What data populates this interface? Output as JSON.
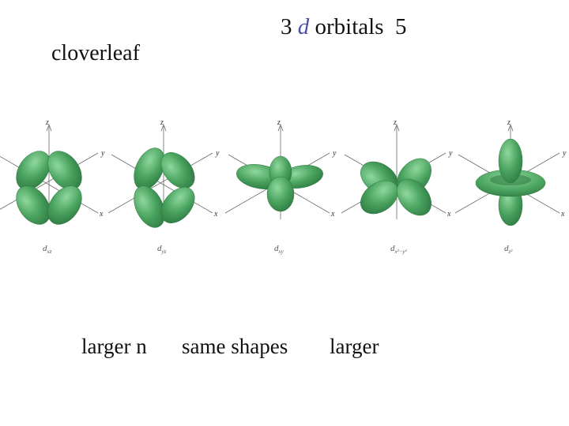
{
  "title": {
    "number": "3",
    "letter": "d",
    "word": "orbitals",
    "count": "5"
  },
  "side_label": "cloverleaf",
  "bottom": {
    "left": "larger n",
    "middle": "same shapes",
    "right": "larger"
  },
  "axes": {
    "z": "z",
    "y": "y",
    "x": "x"
  },
  "orbitals": [
    {
      "name": "d",
      "sub": "xz"
    },
    {
      "name": "d",
      "sub": "yz"
    },
    {
      "name": "d",
      "sub": "xy"
    },
    {
      "name": "d",
      "sub": "x²−y²"
    },
    {
      "name": "d",
      "sub": "z²"
    }
  ],
  "colors": {
    "lobe": "#4aa35f",
    "lobe_light": "#7fcf8f",
    "lobe_dark": "#2f7a43",
    "axis": "#6a6a6a",
    "title_d": "#4a4fa8"
  }
}
